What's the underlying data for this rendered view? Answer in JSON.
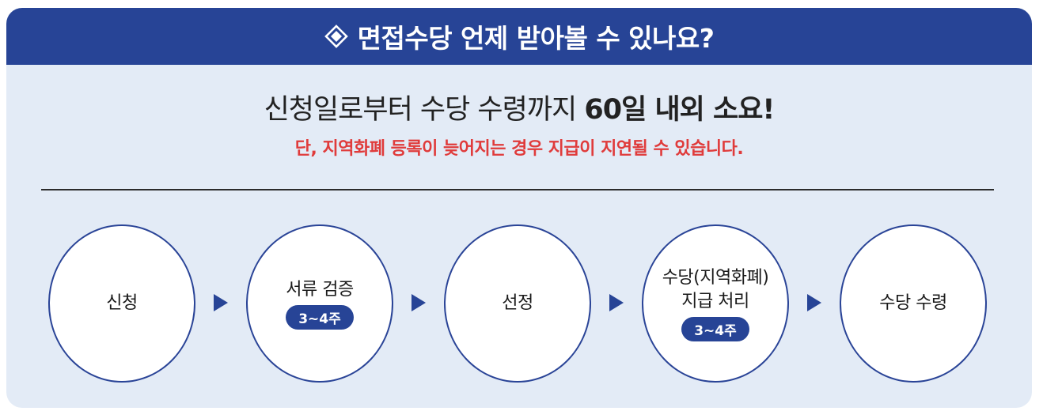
{
  "header": {
    "icon": "diamond-icon",
    "title": "면접수당 언제 받아볼 수 있나요?"
  },
  "headline": {
    "text_part1": "신청일로부터 수당 수령까지 ",
    "text_strong": "60일 내외 소요!"
  },
  "note": "단, 지역화폐 등록이 늦어지는 경우 지급이 지연될 수 있습니다.",
  "steps": [
    {
      "label": "신청"
    },
    {
      "label": "서류 검증",
      "badge": "3~4주"
    },
    {
      "label": "선정"
    },
    {
      "label_line1": "수당(지역화폐)",
      "label_line2": "지급 처리",
      "badge": "3~4주"
    },
    {
      "label": "수당 수령"
    }
  ],
  "colors": {
    "header_bg": "#274496",
    "card_bg": "#e3ebf6",
    "note_red": "#e03b3b",
    "circle_border": "#2a4497"
  }
}
